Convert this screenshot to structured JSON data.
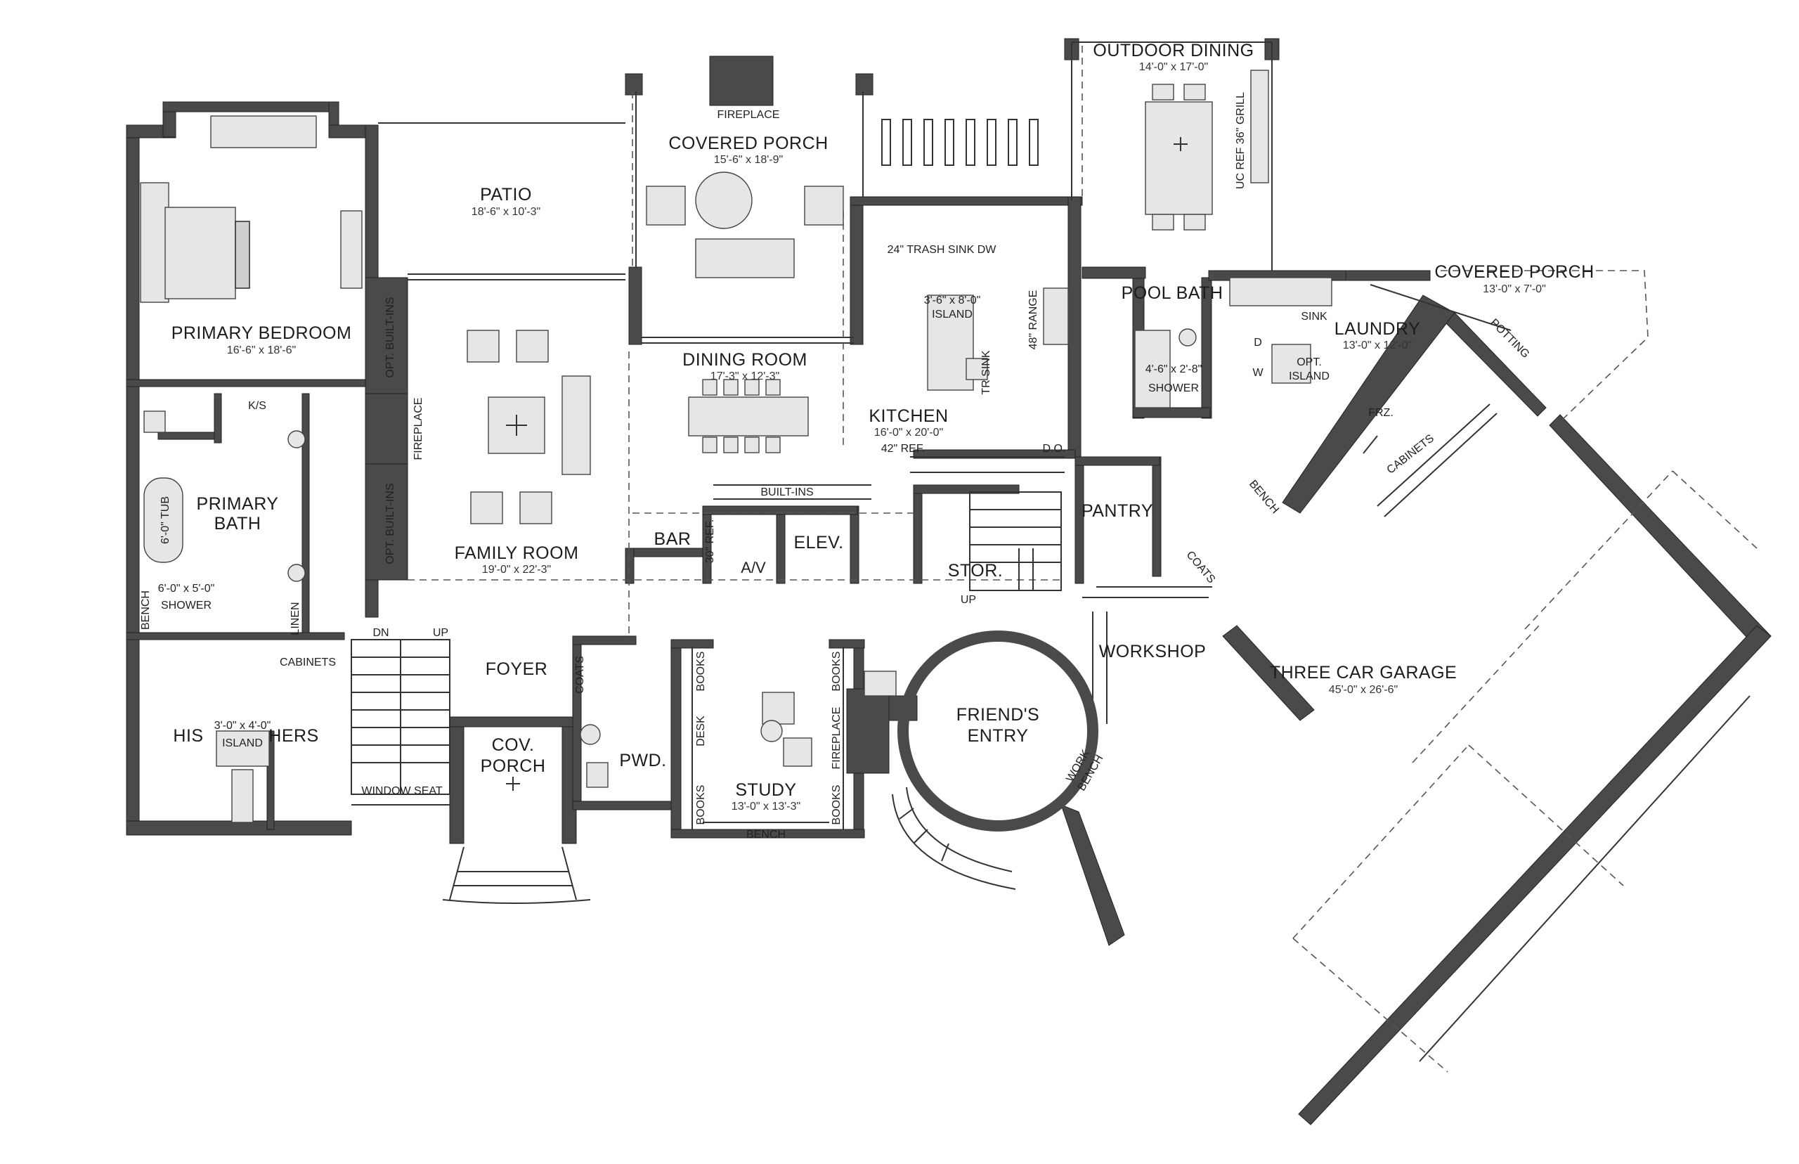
{
  "rooms": {
    "primary_bedroom": {
      "name": "PRIMARY BEDROOM",
      "dim": "16'-6\" x 18'-6\""
    },
    "patio": {
      "name": "PATIO",
      "dim": "18'-6\" x 10'-3\""
    },
    "covered_porch_rear": {
      "name": "COVERED PORCH",
      "dim": "15'-6\" x 18'-9\""
    },
    "outdoor_dining": {
      "name": "OUTDOOR DINING",
      "dim": "14'-0\" x 17'-0\""
    },
    "covered_porch_side": {
      "name": "COVERED PORCH",
      "dim": "13'-0\" x 7'-0\""
    },
    "laundry": {
      "name": "LAUNDRY",
      "dim": "13'-0\" x 12'-0\""
    },
    "pool_bath": {
      "name": "POOL BATH"
    },
    "dining_room": {
      "name": "DINING ROOM",
      "dim": "17'-3\" x 12'-3\""
    },
    "kitchen": {
      "name": "KITCHEN",
      "dim": "16'-0\" x 20'-0\""
    },
    "family_room": {
      "name": "FAMILY ROOM",
      "dim": "19'-0\" x 22'-3\""
    },
    "primary_bath": {
      "name_line1": "PRIMARY",
      "name_line2": "BATH"
    },
    "pantry": {
      "name": "PANTRY"
    },
    "bar": {
      "name": "BAR"
    },
    "elev": {
      "name": "ELEV."
    },
    "stor": {
      "name": "STOR."
    },
    "workshop": {
      "name": "WORKSHOP"
    },
    "three_car_garage": {
      "name": "THREE CAR GARAGE",
      "dim": "45'-0\" x 26'-6\""
    },
    "foyer": {
      "name": "FOYER"
    },
    "cov_porch": {
      "name_line1": "COV.",
      "name_line2": "PORCH"
    },
    "pwd": {
      "name": "PWD."
    },
    "study": {
      "name": "STUDY",
      "dim": "13'-0\" x 13'-3\""
    },
    "friends_entry": {
      "name_line1": "FRIEND'S",
      "name_line2": "ENTRY"
    },
    "his": {
      "name": "HIS"
    },
    "hers": {
      "name": "HERS"
    }
  },
  "labels": {
    "fireplace_porch": "FIREPLACE",
    "trash_sink_dw": "24\" TRASH SINK  DW",
    "island_dim": "3'-6\" x 8'-0\"",
    "island": "ISLAND",
    "range": "48\" RANGE",
    "tr_sink": "TR SINK",
    "ref_42": "42\" REF.",
    "do": "D.O.",
    "grill": "UC REF 36\" GRILL",
    "sink": "SINK",
    "potting": "POTTING",
    "opt_island_1": "OPT.",
    "opt_island_2": "ISLAND",
    "d": "D",
    "w": "W",
    "shower_dim": "4'-6\" x 2'-8\"",
    "shower": "SHOWER",
    "frz": "FRZ.",
    "cabinets_laundry": "CABINETS",
    "bench_laundry": "BENCH",
    "coats_garage": "COATS",
    "opt_builtins_top": "OPT. BUILT-INS",
    "fireplace_family": "FIREPLACE",
    "opt_builtins_bottom": "OPT. BUILT-INS",
    "builtins": "BUILT-INS",
    "ref_30": "30\" REF.",
    "av": "A/V",
    "ks": "K/S",
    "tub": "6'-0\" TUB",
    "shower_primary_dim": "6'-0\" x 5'-0\"",
    "shower_primary": "SHOWER",
    "bench_primary": "BENCH",
    "linen": "LINEN",
    "cabinets_closet": "CABINETS",
    "closet_island_dim": "3'-0\" x 4'-0\"",
    "closet_island": "ISLAND",
    "dn": "DN",
    "up_main": "UP",
    "window_seat": "WINDOW SEAT",
    "coats_foyer": "COATS",
    "books_1": "BOOKS",
    "desk": "DESK",
    "books_2": "BOOKS",
    "books_3": "BOOKS",
    "fireplace_study": "FIREPLACE",
    "books_4": "BOOKS",
    "bench_study": "BENCH",
    "up_friend": "UP",
    "work_bench_1": "WORK",
    "work_bench_2": "BENCH"
  }
}
